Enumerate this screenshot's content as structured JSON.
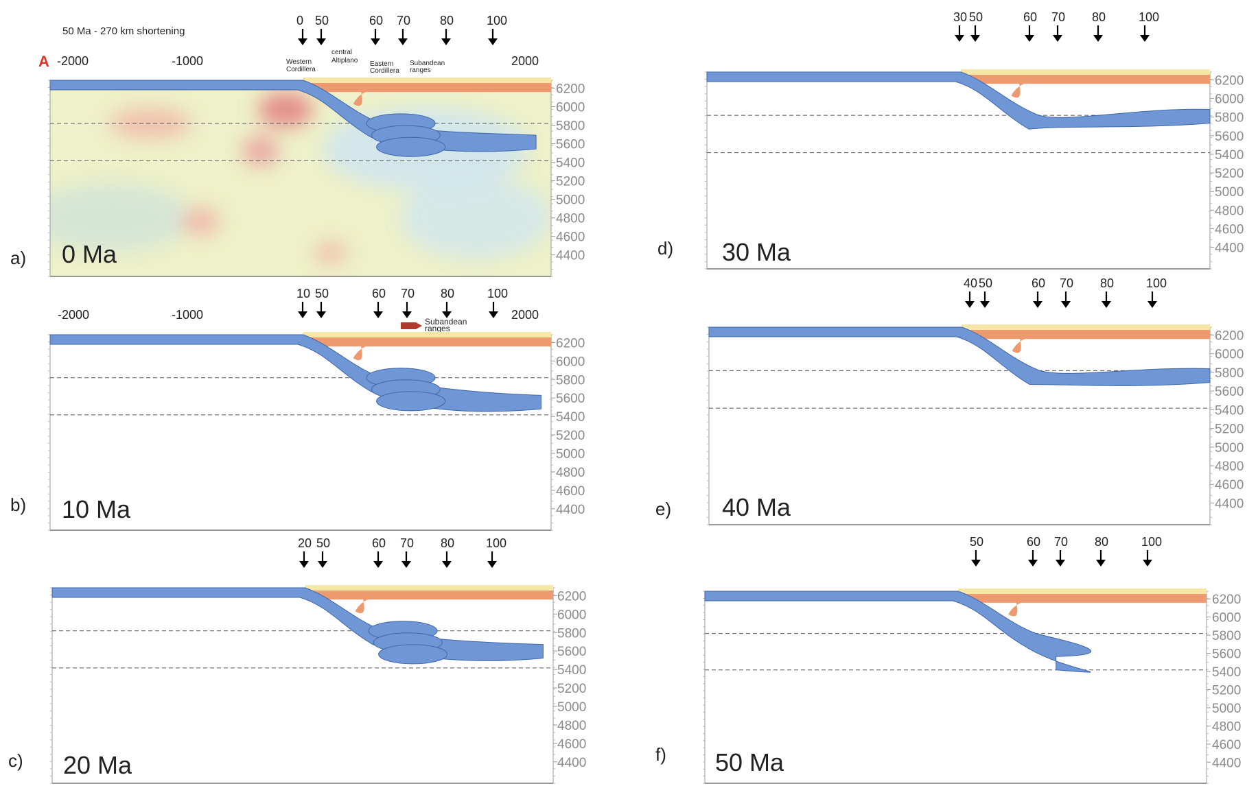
{
  "title": "50 Ma - 270 km shortening",
  "section_marker": "A",
  "x_ticks": [
    "-2000",
    "-1000",
    "2000"
  ],
  "depth_ticks": [
    "6200",
    "6000",
    "5800",
    "5600",
    "5400",
    "5200",
    "5000",
    "4800",
    "4600",
    "4400"
  ],
  "region_labels": {
    "western": [
      "Western",
      "Cordillera"
    ],
    "altiplano": [
      "central",
      "Altiplano"
    ],
    "eastern": [
      "Eastern",
      "Cordillera"
    ],
    "subandean": [
      "Subandean",
      "ranges"
    ]
  },
  "arrow_labels": [
    "60",
    "70",
    "80",
    "100"
  ],
  "colors": {
    "slab": "#6f97d6",
    "slab_edge": "#3f66a8",
    "crust_orange": "#ee9a70",
    "crust_yellow": "#f7e7a6",
    "background_warm": "#f1b4a8",
    "background_cool": "#cfe6ee",
    "arrow": "#000000",
    "marker": "#e0312a"
  },
  "panels": [
    {
      "letter": "a)",
      "age": "0 Ma",
      "first_label": "0",
      "second_label": "50"
    },
    {
      "letter": "b)",
      "age": "10 Ma",
      "first_label": "10",
      "second_label": "50"
    },
    {
      "letter": "c)",
      "age": "20 Ma",
      "first_label": "20",
      "second_label": "50"
    },
    {
      "letter": "d)",
      "age": "30 Ma",
      "first_label": "30",
      "second_label": "50"
    },
    {
      "letter": "e)",
      "age": "40 Ma",
      "first_label": "40",
      "second_label": "50"
    },
    {
      "letter": "f)",
      "age": "50 Ma",
      "first_label": "",
      "second_label": "50"
    }
  ]
}
